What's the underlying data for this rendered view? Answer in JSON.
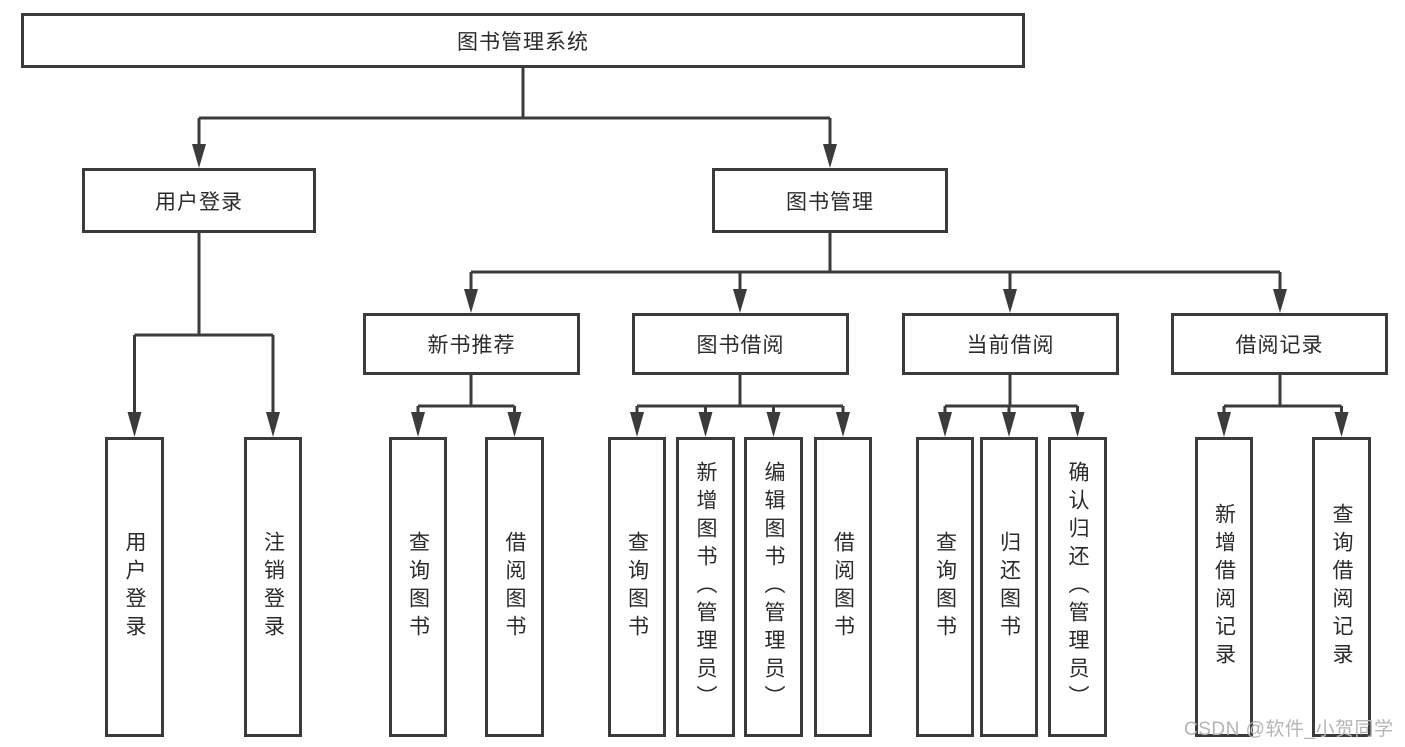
{
  "diagram": {
    "root": {
      "label": "图书管理系统"
    },
    "branches": [
      {
        "label": "用户登录",
        "children": [
          {
            "label": "用户登录"
          },
          {
            "label": "注销登录"
          }
        ]
      },
      {
        "label": "图书管理",
        "children": [
          {
            "label": "新书推荐",
            "children": [
              {
                "label": "查询图书"
              },
              {
                "label": "借阅图书"
              }
            ]
          },
          {
            "label": "图书借阅",
            "children": [
              {
                "label": "查询图书"
              },
              {
                "label": "新增图书（管理员）"
              },
              {
                "label": "编辑图书（管理员）"
              },
              {
                "label": "借阅图书"
              }
            ]
          },
          {
            "label": "当前借阅",
            "children": [
              {
                "label": "查询图书"
              },
              {
                "label": "归还图书"
              },
              {
                "label": "确认归还（管理员）"
              }
            ]
          },
          {
            "label": "借阅记录",
            "children": [
              {
                "label": "新增借阅记录"
              },
              {
                "label": "查询借阅记录"
              }
            ]
          }
        ]
      }
    ]
  },
  "watermark": {
    "text": "CSDN @软件_小贺同学"
  },
  "colors": {
    "line": "#3b3b3b",
    "box_border": "#3b3b3b",
    "text": "#2b2b2b",
    "watermark": "#b5b5b5",
    "background": "#ffffff"
  }
}
